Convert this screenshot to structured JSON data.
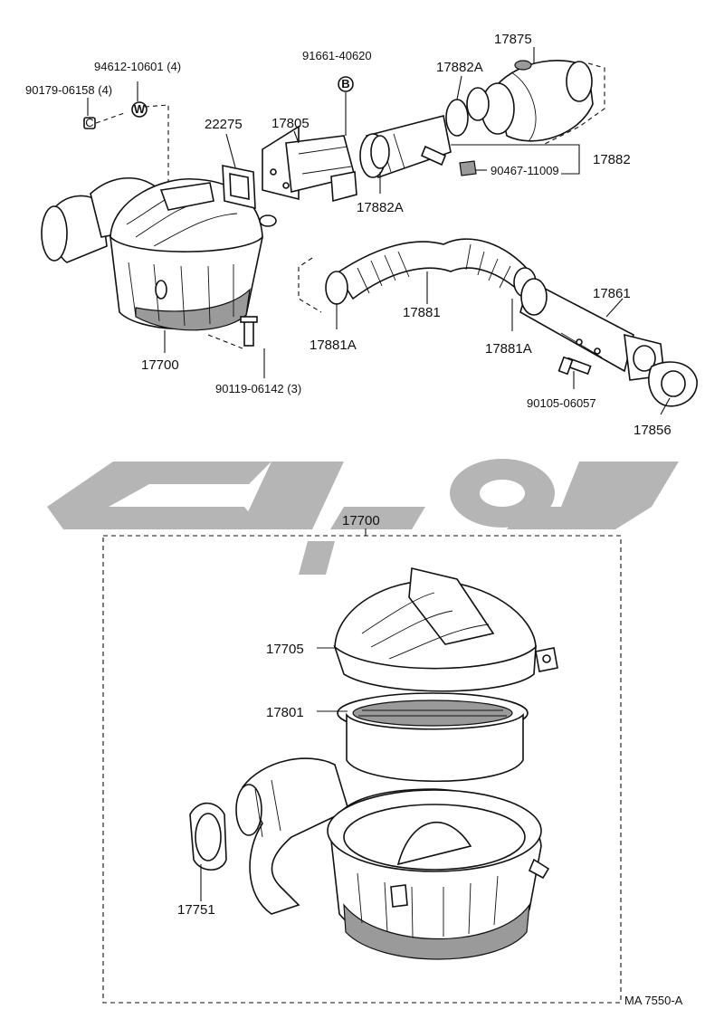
{
  "labels": {
    "p94612": "94612-10601 (4)",
    "p90179": "90179-06158 (4)",
    "p91661": "91661-40620",
    "p17875": "17875",
    "p17882A_top": "17882A",
    "p22275": "22275",
    "p17805": "17805",
    "p17882": "17882",
    "p90467": "90467-11009",
    "p17882A_mid": "17882A",
    "p17700_top": "17700",
    "p90119": "90119-06142 (3)",
    "p17861": "17861",
    "p17881": "17881",
    "p17881A_left": "17881A",
    "p17881A_right": "17881A",
    "p90105": "90105-06057",
    "p17856": "17856",
    "p17700_box": "17700",
    "p17705": "17705",
    "p17801": "17801",
    "p17751": "17751",
    "ref": "MA 7550-A"
  },
  "symbols": {
    "B": "B",
    "W": "W",
    "C": "C"
  }
}
